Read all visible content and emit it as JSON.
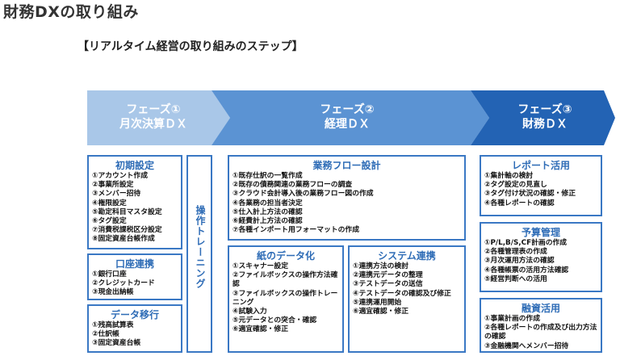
{
  "title": "財務DXの取り組み",
  "subtitle": "【リアルタイム経営の取り組みのステップ】",
  "phases": [
    {
      "name": "フェーズ①",
      "label": "月次決算ＤＸ",
      "color": "#a9c7e8"
    },
    {
      "name": "フェーズ②",
      "label": "経理ＤＸ",
      "color": "#5b93d3"
    },
    {
      "name": "フェーズ③",
      "label": "財務ＤＸ",
      "color": "#2363b4"
    }
  ],
  "vertical_label": "操作トレーニング",
  "boxes": {
    "shoki": {
      "title": "初期設定",
      "items": [
        "①アカウント作成",
        "②事業所設定",
        "③メンバー招待",
        "④権限設定",
        "⑤勘定科目マスタ設定",
        "⑥タグ設定",
        "⑦消費税課税区分設定",
        "⑧固定資産台帳作成"
      ]
    },
    "koza": {
      "title": "口座連携",
      "items": [
        "①銀行口座",
        "②クレジットカード",
        "③現金出納帳"
      ]
    },
    "data": {
      "title": "データ移行",
      "items": [
        "①残高試算表",
        "②仕訳帳",
        "③固定資産台帳"
      ]
    },
    "gyomu": {
      "title": "業務フロー設計",
      "items": [
        "①既存仕訳の一覧作成",
        "②既存の債務関連の業務フローの調査",
        "③クラウド会計導入後の業務フロー図の作成",
        "④各業務の担当者決定",
        "⑤仕入計上方法の確認",
        "⑥経費計上方法の確認",
        "⑦各種インポート用フォーマットの作成"
      ]
    },
    "kami": {
      "title": "紙のデータ化",
      "items": [
        "①スキャナー設定",
        "②ファイルボックスの操作方法確認",
        "③ファイルボックスの操作トレーニング",
        "④試験入力",
        "⑤元データとの突合・確認",
        "⑥適宜確認・修正"
      ]
    },
    "system": {
      "title": "システム連携",
      "items": [
        "①連携方法の検討",
        "②連携元データの整理",
        "③テストデータの送信",
        "④テストデータの確認及び修正",
        "⑤連携運用開始",
        "⑥適宜確認・修正"
      ]
    },
    "report": {
      "title": "レポート活用",
      "items": [
        "①集計軸の検討",
        "②タグ設定の見直し",
        "③タグ付け状況の確認・修正",
        "④各種レポートの確認"
      ]
    },
    "yosan": {
      "title": "予算管理",
      "items": [
        "①P/L,B/S,CF計画の作成",
        "②各種管理表の作成",
        "③月次運用方法の確認",
        "④各種帳票の活用方法確認",
        "⑤経営判断への活用"
      ]
    },
    "yushi": {
      "title": "融資活用",
      "items": [
        "①事業計画の作成",
        "②各種レポートの作成及び出力方法の確認",
        "③金融機関へメンバー招待"
      ]
    }
  }
}
